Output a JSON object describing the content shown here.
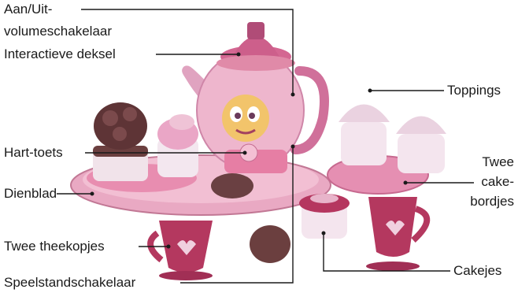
{
  "labels": {
    "power_switch_line1": "Aan/Uit-",
    "power_switch_line2": "volumeschakelaar",
    "interactive_lid": "Interactieve deksel",
    "heart_button": "Hart-toets",
    "tray": "Dienblad",
    "two_teacups": "Twee theekopjes",
    "mode_switch": "Speelstandschakelaar",
    "toppings": "Toppings",
    "cake_plates_line1": "Twee",
    "cake_plates_line2": "cake-",
    "cake_plates_line3": "bordjes",
    "cupcakes": "Cakejes"
  },
  "colors": {
    "line": "#1a1a1a",
    "teapot": "#e7a7c4",
    "lid": "#c85a8a",
    "tray": "#f0b3cc",
    "cup": "#b4385f",
    "icing": "#efe6ee",
    "chocolate": "#6b3f3f",
    "plate": "#e98fb1",
    "character": "#f2c46b"
  }
}
